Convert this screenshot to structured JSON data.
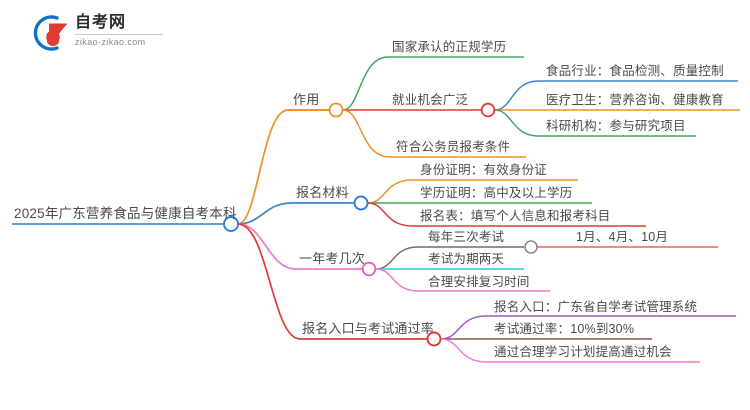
{
  "logo": {
    "title": "自考网",
    "subtitle": "zikao-zikao.com",
    "mark_icon": "graduation-cap-icon",
    "ring_color": "#1273c6",
    "cap_color": "#e23b34"
  },
  "mindmap": {
    "root": {
      "label": "2025年广东营养食品与健康自考本科",
      "color": "#2f7fd1"
    },
    "branches": [
      {
        "label": "作用",
        "color": "#ef8f26",
        "node_color": "#ef8f26",
        "children": [
          {
            "label": "国家承认的正规学历",
            "color": "#41a85f",
            "children": []
          },
          {
            "label": "就业机会广泛",
            "color": "#dd3b34",
            "node_color": "#dd3b34",
            "children": [
              {
                "label": "食品行业：食品检测、质量控制",
                "color": "#3b86c6"
              },
              {
                "label": "医疗卫生：营养咨询、健康教育",
                "color": "#ef8f26"
              },
              {
                "label": "科研机构：参与研究项目",
                "color": "#41a85f"
              }
            ]
          },
          {
            "label": "符合公务员报考条件",
            "color": "#ef8f26",
            "children": []
          }
        ]
      },
      {
        "label": "报名材料",
        "color": "#3b86c6",
        "node_color": "#2f7fd1",
        "children": [
          {
            "label": "身份证明：有效身份证",
            "color": "#ef8f26",
            "children": []
          },
          {
            "label": "学历证明：高中及以上学历",
            "color": "#41a85f",
            "children": []
          },
          {
            "label": "报名表：填写个人信息和报考科目",
            "color": "#dd3b34",
            "children": []
          }
        ]
      },
      {
        "label": "一年考几次",
        "color": "#f279c9",
        "node_color": "#f05ab4",
        "children": [
          {
            "label": "每年三次考试",
            "color": "#5b5b5b",
            "node_color": "#8a8a8a",
            "children": [
              {
                "label": "1月、4月、10月",
                "color": "#e8625c"
              }
            ]
          },
          {
            "label": "考试为期两天",
            "color": "#28c8d8",
            "children": []
          },
          {
            "label": "合理安排复习时间",
            "color": "#f279c9",
            "children": []
          }
        ]
      },
      {
        "label": "报名入口与考试通过率",
        "color": "#dd3b34",
        "node_color": "#dd3b34",
        "children": [
          {
            "label": "报名入口：广东省自学考试管理系统",
            "color": "#9b5cc4",
            "children": []
          },
          {
            "label": "考试通过率：10%到30%",
            "color": "#8a5a4a",
            "children": []
          },
          {
            "label": "通过合理学习计划提高通过机会",
            "color": "#ef7fd0",
            "children": []
          }
        ]
      }
    ]
  }
}
